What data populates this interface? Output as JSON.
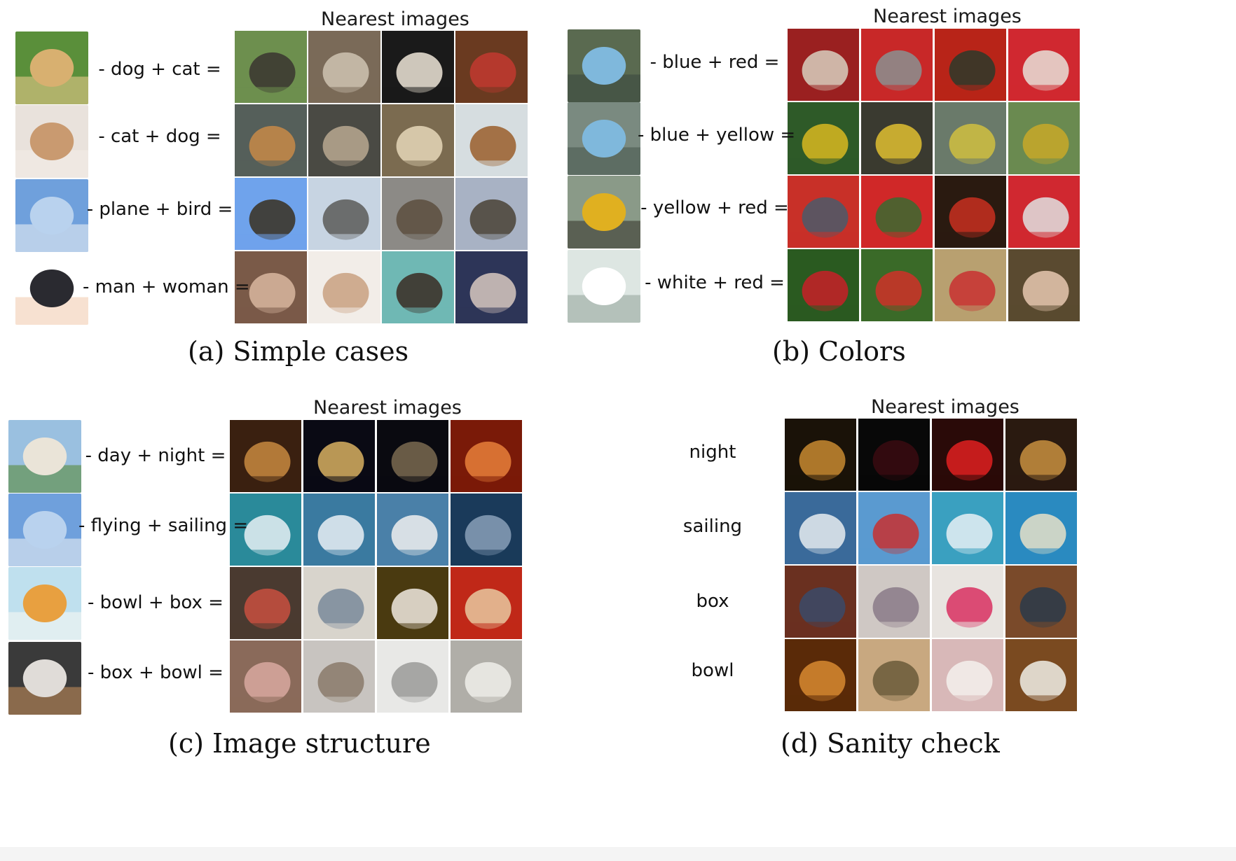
{
  "panels": [
    {
      "id": "a",
      "header": "Nearest images",
      "caption": "(a)  Simple cases",
      "rows": [
        {
          "expr": "- dog + cat =",
          "query": [
            "#5a8f3a",
            "#d8b070",
            "#e8c98a"
          ],
          "results": [
            [
              "#6d8f4e",
              "#3a3530"
            ],
            [
              "#7a6a58",
              "#cfc3b2"
            ],
            [
              "#1a1a1a",
              "#efe6d8"
            ],
            [
              "#6a3a20",
              "#c23a30"
            ]
          ]
        },
        {
          "expr": "- cat + dog =",
          "query": [
            "#e9e2dc",
            "#c99a70",
            "#f3ece6"
          ],
          "results": [
            [
              "#555f5a",
              "#c88a48"
            ],
            [
              "#4a4a44",
              "#b8a890"
            ],
            [
              "#7b6b50",
              "#e6d7b8"
            ],
            [
              "#d6dde0",
              "#9a5e2a"
            ]
          ]
        },
        {
          "expr": "- plane + bird =",
          "query": [
            "#6fa0dc",
            "#b9d2ee",
            "#e9eef4"
          ],
          "results": [
            [
              "#6fa3ec",
              "#3a3020"
            ],
            [
              "#c7d4e2",
              "#5a5a58"
            ],
            [
              "#8c8a86",
              "#5c4e3e"
            ],
            [
              "#a8b2c4",
              "#4a4236"
            ]
          ]
        },
        {
          "expr": "- man + woman =",
          "query": [
            "#ffffff",
            "#2a2a30",
            "#f1cdb2"
          ],
          "results": [
            [
              "#7a5a48",
              "#d9b7a0"
            ],
            [
              "#f2ede8",
              "#c9a080"
            ],
            [
              "#6fb8b4",
              "#3a2a22"
            ],
            [
              "#2d3558",
              "#d8c8c0"
            ]
          ]
        }
      ]
    },
    {
      "id": "b",
      "header": "Nearest images",
      "caption": "(b)  Colors",
      "rows": [
        {
          "expr": "- blue + red =",
          "query": [
            "#5a6a50",
            "#7fb8dc",
            "#3a4a40"
          ],
          "results": [
            [
              "#9a2020",
              "#d8d0c0"
            ],
            [
              "#c82828",
              "#8a9090"
            ],
            [
              "#b82418",
              "#2a3a2a"
            ],
            [
              "#d02830",
              "#e8e0d8"
            ]
          ]
        },
        {
          "expr": "- blue + yellow =",
          "query": [
            "#7a8a80",
            "#7fb8dc",
            "#4a5a50"
          ],
          "results": [
            [
              "#2e5a28",
              "#d8b820"
            ],
            [
              "#3a3a30",
              "#e0c030"
            ],
            [
              "#6a7a6a",
              "#d0c040"
            ],
            [
              "#6a8a50",
              "#c8a828"
            ]
          ]
        },
        {
          "expr": "- yellow + red =",
          "query": [
            "#8a9a88",
            "#e0b020",
            "#3a3a30"
          ],
          "results": [
            [
              "#c83028",
              "#4a5a6a"
            ],
            [
              "#d02828",
              "#3a6a30"
            ],
            [
              "#2a1a10",
              "#c83020"
            ],
            [
              "#d02830",
              "#e0e0e0"
            ]
          ]
        },
        {
          "expr": "- white + red =",
          "query": [
            "#dde6e2",
            "#ffffff",
            "#9aa8a0"
          ],
          "results": [
            [
              "#2a5a20",
              "#c82028"
            ],
            [
              "#3a6a28",
              "#d03028"
            ],
            [
              "#b8a070",
              "#c83030"
            ],
            [
              "#5a4a30",
              "#e8c8b0"
            ]
          ]
        }
      ]
    },
    {
      "id": "c",
      "header": "Nearest images",
      "caption": "(c)  Image structure",
      "rows": [
        {
          "expr": "- day + night =",
          "query": [
            "#9ac0e0",
            "#eae4d8",
            "#5a8a3a"
          ],
          "results": [
            [
              "#3a2010",
              "#c88a40"
            ],
            [
              "#0a0a14",
              "#d8b060"
            ],
            [
              "#0a0a10",
              "#7a6a50"
            ],
            [
              "#7a1a08",
              "#e8803a"
            ]
          ]
        },
        {
          "expr": "- flying + sailing =",
          "query": [
            "#6fa0dc",
            "#b9d2ee",
            "#e9eef4"
          ],
          "results": [
            [
              "#2a8a9a",
              "#e8f0f4"
            ],
            [
              "#3a7aa0",
              "#eaf0f4"
            ],
            [
              "#4a80a8",
              "#f0f0f0"
            ],
            [
              "#1a3a5a",
              "#8aa0b8"
            ]
          ]
        },
        {
          "expr": "- bowl + box =",
          "query": [
            "#bfe0ee",
            "#e8a040",
            "#f6f6f4"
          ],
          "results": [
            [
              "#4a3a30",
              "#c85040"
            ],
            [
              "#d8d4cc",
              "#7a8a9a"
            ],
            [
              "#4a3a10",
              "#f0eae0"
            ],
            [
              "#c02818",
              "#e8c8a0"
            ]
          ]
        },
        {
          "expr": "- box + bowl =",
          "query": [
            "#3a3a3a",
            "#e0dcd8",
            "#c08a58"
          ],
          "results": [
            [
              "#8a6a5a",
              "#d8a8a0"
            ],
            [
              "#c8c4c0",
              "#8a7a6a"
            ],
            [
              "#e8e8e6",
              "#9a9a98"
            ],
            [
              "#b0aea8",
              "#f0eeea"
            ]
          ]
        }
      ]
    },
    {
      "id": "d",
      "header": "Nearest images",
      "caption": "(d)  Sanity check",
      "rows": [
        {
          "expr": "night",
          "query": null,
          "results": [
            [
              "#1a1208",
              "#c88a30"
            ],
            [
              "#080808",
              "#3a0a10"
            ],
            [
              "#2a0a08",
              "#e02020"
            ],
            [
              "#2a1a10",
              "#c89040"
            ]
          ]
        },
        {
          "expr": "sailing",
          "query": null,
          "results": [
            [
              "#3a6a9a",
              "#e8ecf0"
            ],
            [
              "#5a9ad0",
              "#c83030"
            ],
            [
              "#3aa0c0",
              "#e8f0f4"
            ],
            [
              "#2a8ac0",
              "#e8e0c8"
            ]
          ]
        },
        {
          "expr": "box",
          "query": null,
          "results": [
            [
              "#6a3020",
              "#3a4a6a"
            ],
            [
              "#cfc8c4",
              "#8a7a88"
            ],
            [
              "#e8e4e0",
              "#d83060"
            ],
            [
              "#7a4a2a",
              "#2a3a4a"
            ]
          ]
        },
        {
          "expr": "bowl",
          "query": null,
          "results": [
            [
              "#5a2a08",
              "#d88a30"
            ],
            [
              "#c8a880",
              "#6a5a3a"
            ],
            [
              "#d8b8b8",
              "#f4f0ec"
            ],
            [
              "#7a4a20",
              "#f0eee8"
            ]
          ]
        }
      ]
    }
  ]
}
